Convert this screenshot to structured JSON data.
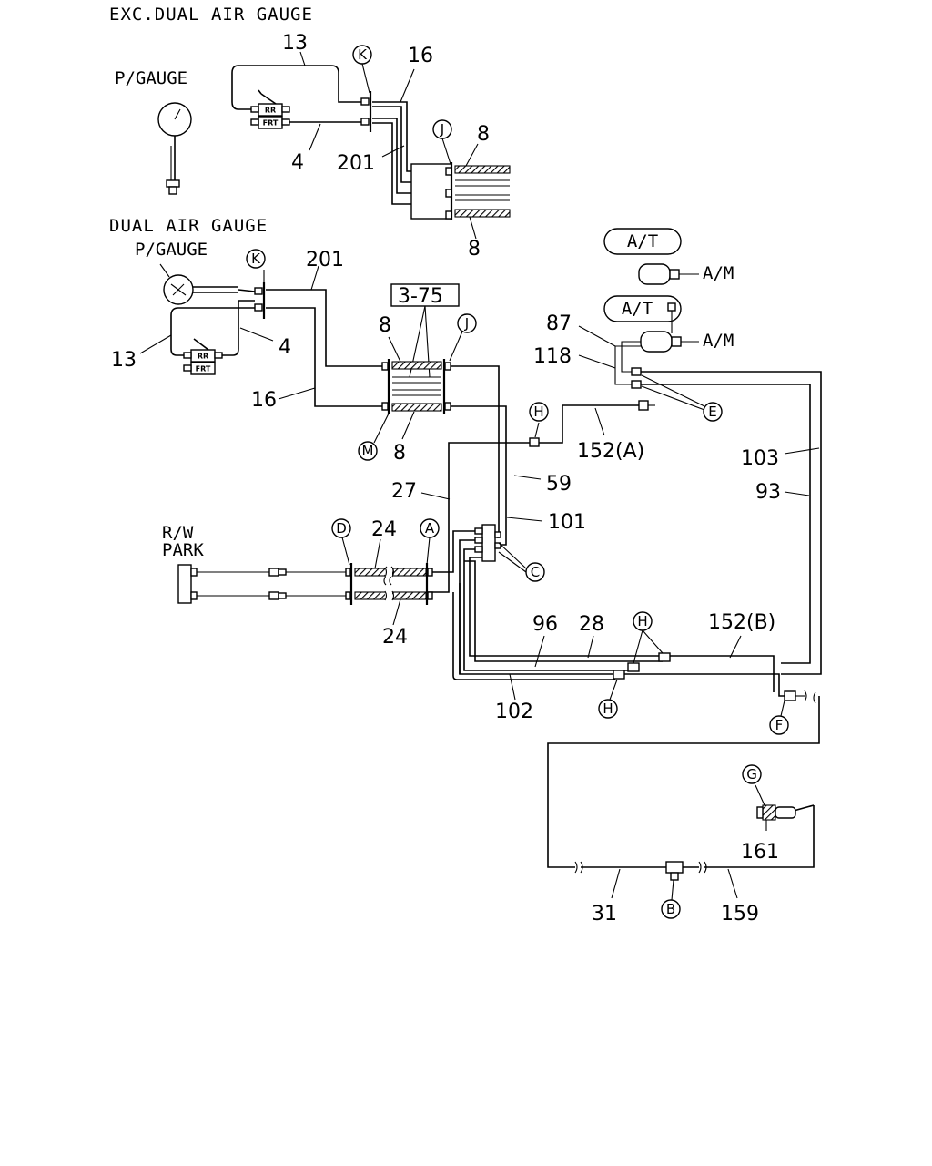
{
  "sections": {
    "exc_title": "EXC.DUAL AIR GAUGE",
    "dual_title": "DUAL AIR GAUGE"
  },
  "gauge_labels": {
    "top": "P/GAUGE",
    "dual": "P/GAUGE"
  },
  "valve_labels": {
    "rr": "RR",
    "frt": "FRT"
  },
  "at_labels": {
    "box1": "A/T",
    "box2": "A/T",
    "am1": "A/M",
    "am2": "A/M"
  },
  "ref_box": "3-75",
  "rw_park": {
    "line1": "R/W",
    "line2": "PARK"
  },
  "part_numbers": {
    "top_13": "13",
    "top_16": "16",
    "top_4": "4",
    "top_201": "201",
    "top_8a": "8",
    "top_8b": "8",
    "dual_201": "201",
    "dual_13": "13",
    "dual_4": "4",
    "dual_16": "16",
    "mid_8a": "8",
    "mid_8b": "8",
    "p87": "87",
    "p118": "118",
    "p152a": "152(A)",
    "p103": "103",
    "p93": "93",
    "p27": "27",
    "p59": "59",
    "p101": "101",
    "p24a": "24",
    "p24b": "24",
    "p96": "96",
    "p28": "28",
    "p152b": "152(B)",
    "p102": "102",
    "p161": "161",
    "p31": "31",
    "p159": "159"
  },
  "callouts": {
    "k1": "K",
    "j1": "J",
    "k2": "K",
    "j2": "J",
    "m": "M",
    "h1": "H",
    "e": "E",
    "d": "D",
    "a": "A",
    "c": "C",
    "h2": "H",
    "h3": "H",
    "f": "F",
    "g": "G",
    "b": "B"
  }
}
